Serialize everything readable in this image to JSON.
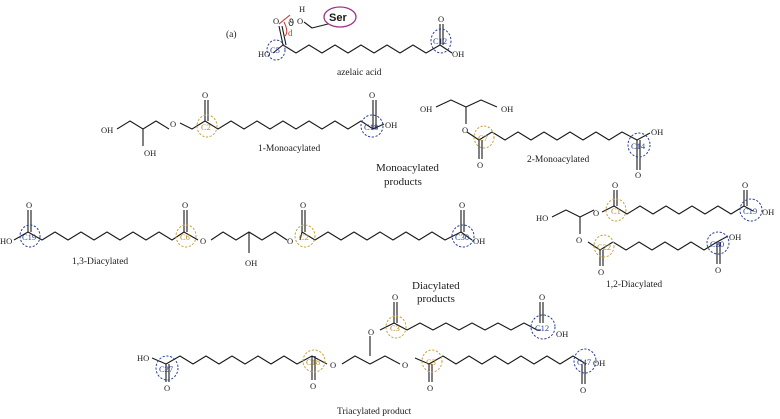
{
  "panel_label": "(a)",
  "colors": {
    "glycerol_ester_ring": "#c9a23a",
    "terminal_acid_ring": "#2a3f9a",
    "enzyme": "#a0338a"
  },
  "azelaic": {
    "name": "azelaic acid",
    "enzyme": "Ser",
    "bond_label": "d",
    "oxygen_label": "O",
    "hydrogen_label": "H",
    "oxy_label": "O",
    "hydroxyl_left": "HO",
    "hydroxyl_right": "OH",
    "ring_left": "C5",
    "ring_right": "C12"
  },
  "mono1": {
    "name": "1-Monoacylated",
    "oh1": "OH",
    "oh2": "OH",
    "ester_o": "O",
    "carbonyl": "O",
    "acid_o": "O",
    "acid_oh": "OH",
    "ring_ester": "C2",
    "ring_acid": "C18"
  },
  "mono2": {
    "name": "2-Monoacylated",
    "oh1": "OH",
    "oh2": "OH",
    "ester_o": "O",
    "carbonyl": "O",
    "acid_o": "O",
    "acid_oh": "OH",
    "ring_ester": "C7",
    "ring_acid": "C14"
  },
  "mono_group": [
    "Monoacylated",
    "products"
  ],
  "di13": {
    "name": "1,3-Diacylated",
    "ho_left": "HO",
    "oh_mid": "OH",
    "oh_right": "OH",
    "o1": "O",
    "o2": "O",
    "o3": "O",
    "o4": "O",
    "o5": "O",
    "o6": "O",
    "ring_1": "C19",
    "ring_2": "C6",
    "ring_3": "C2",
    "ring_4": "C30"
  },
  "di12": {
    "name": "1,2-Diacylated",
    "ho_left": "HO",
    "oh_top": "OH",
    "oh_bottom": "OH",
    "o1": "O",
    "o2": "O",
    "o3": "O",
    "o4": "O",
    "o5": "O",
    "o6": "O",
    "ring_1": "C1",
    "ring_2": "C19",
    "ring_3": "C22",
    "ring_4": "C30"
  },
  "di_group": [
    "Diacylated",
    "products"
  ],
  "tri": {
    "name": "Triacylated product",
    "ho_left": "HO",
    "oh_top": "OH",
    "oh_right": "OH",
    "o1": "O",
    "o2": "O",
    "o3": "O",
    "o4": "O",
    "o5": "O",
    "o6": "O",
    "o7": "O",
    "o8": "O",
    "o9": "O",
    "ring_1": "C27",
    "ring_2": "C18",
    "ring_3": "C3",
    "ring_4": "C12",
    "ring_5": "C3",
    "ring_6": "C47"
  }
}
